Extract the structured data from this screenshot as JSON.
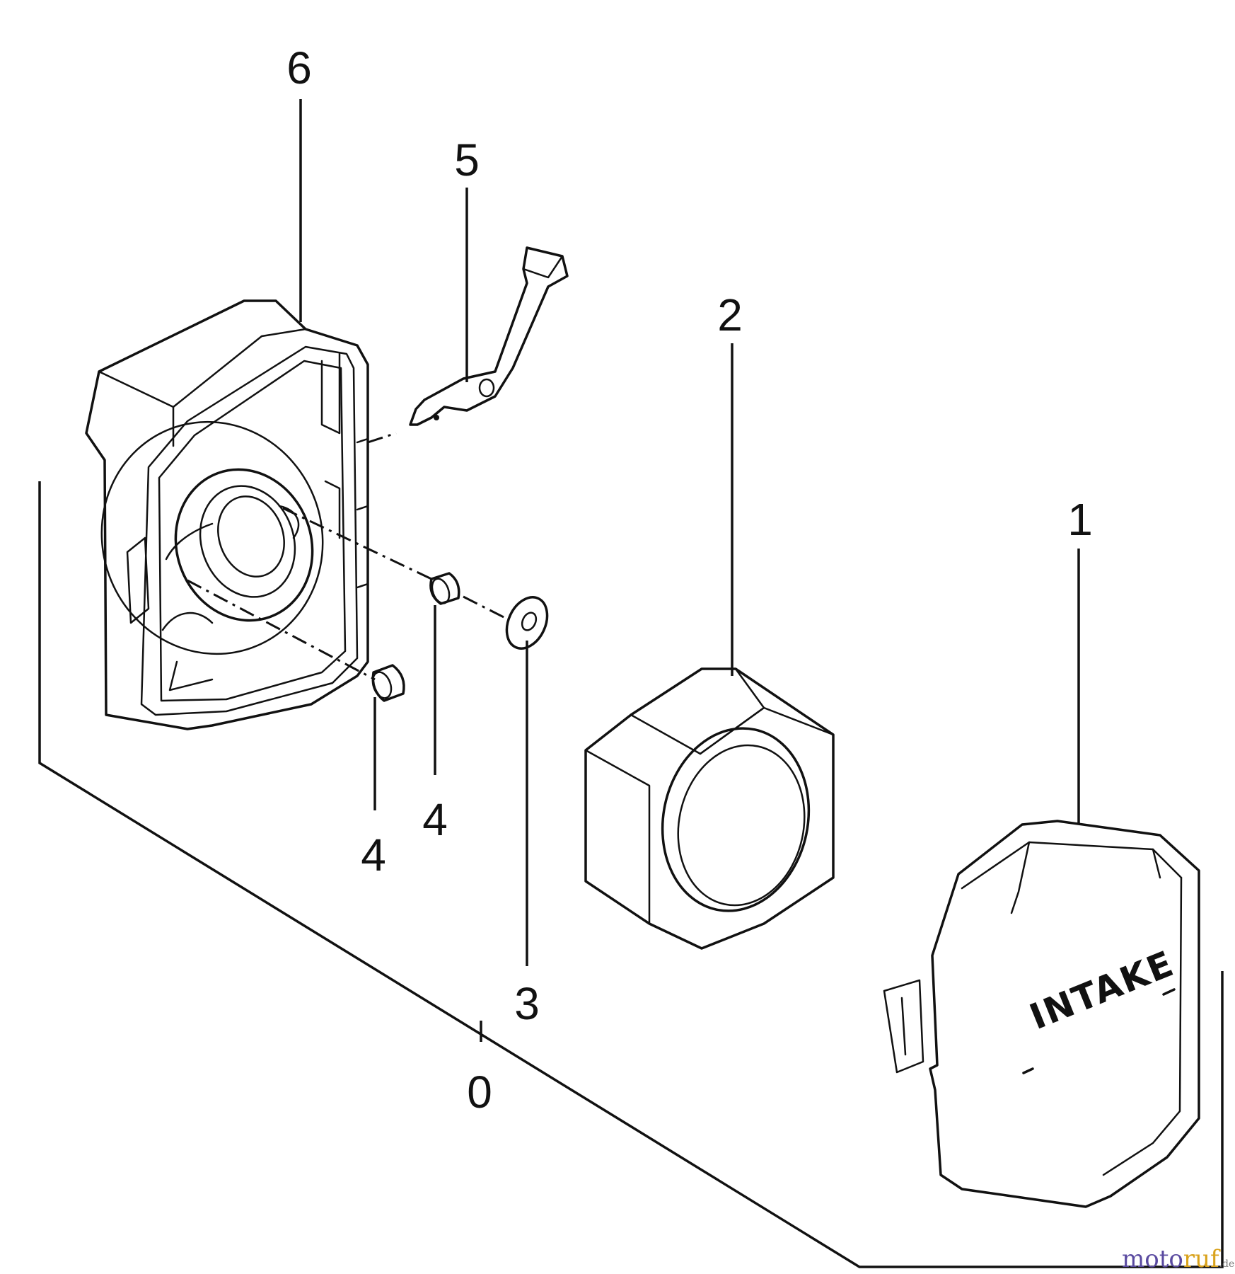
{
  "diagram": {
    "kind": "exploded parts view",
    "callouts": {
      "assembly": "0",
      "cover": "1",
      "filter": "2",
      "washer": "3",
      "pin_right": "4",
      "pin_left": "4",
      "plate": "5",
      "base": "6"
    },
    "cover_stamp": "INTAKE"
  },
  "watermark": {
    "part_a": "moto",
    "part_b": "ruf",
    "suffix": ".de"
  }
}
